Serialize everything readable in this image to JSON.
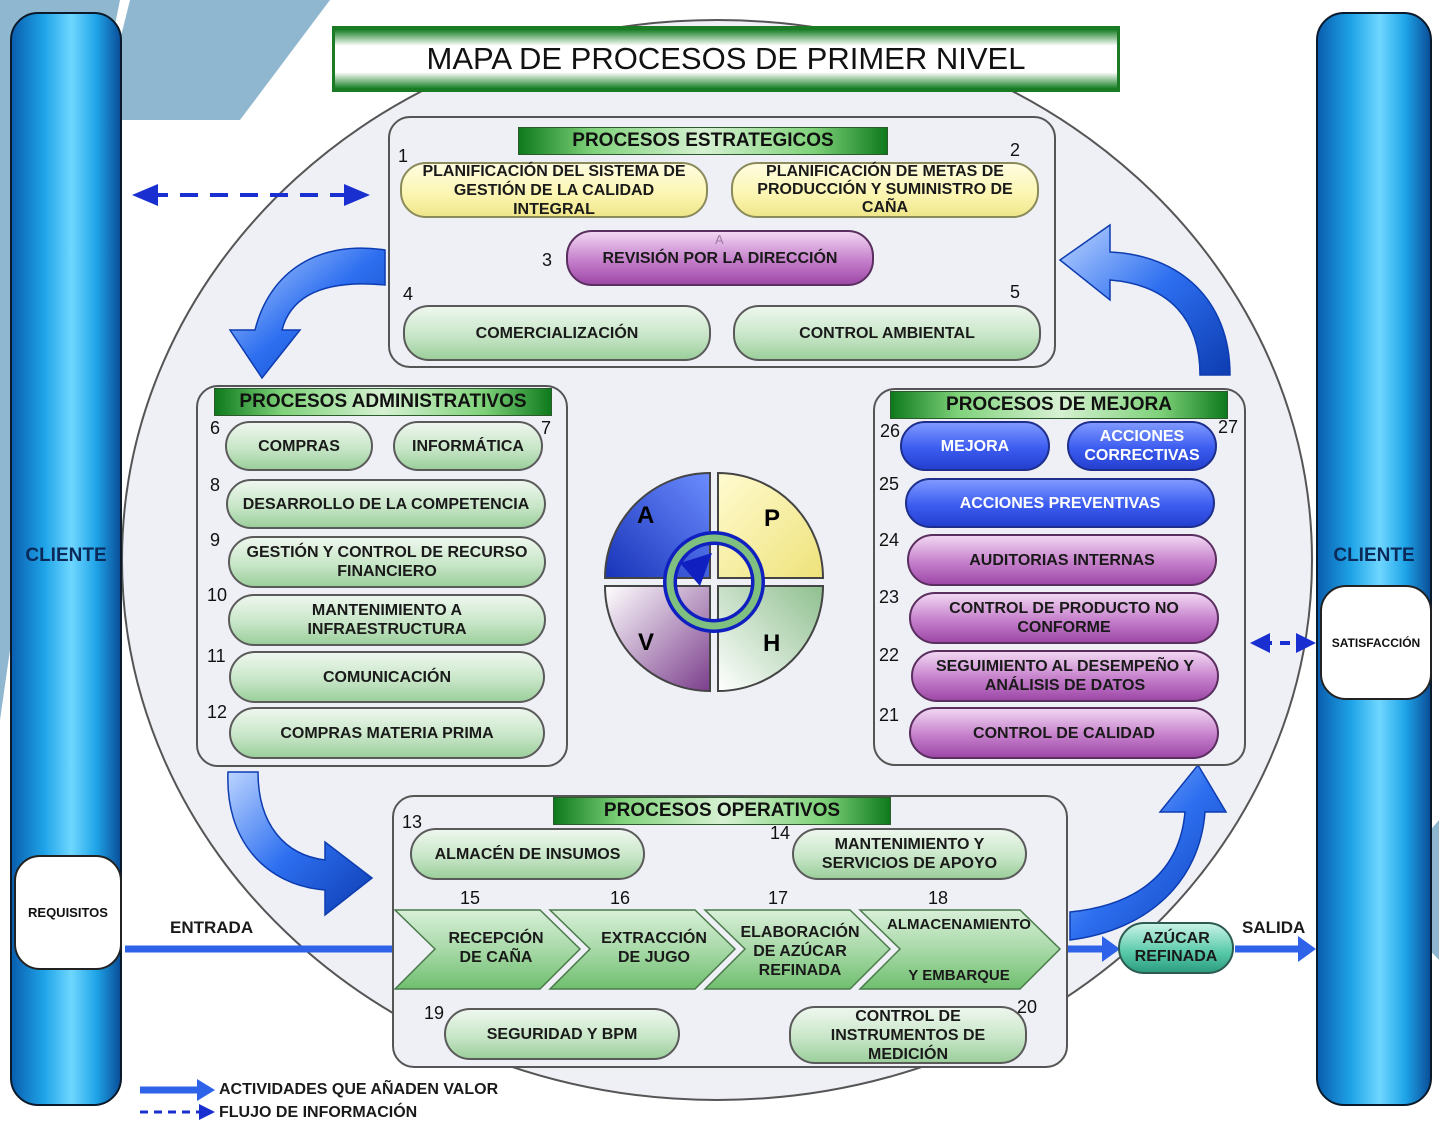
{
  "title": "MAPA DE PROCESOS DE PRIMER NIVEL",
  "left_column": {
    "label": "CLIENTE",
    "bubble": "REQUISITOS"
  },
  "right_column": {
    "label": "CLIENTE",
    "bubble": "SATISFACCIÓN"
  },
  "flow": {
    "entrada": "ENTRADA",
    "salida": "SALIDA",
    "output": "AZÚCAR REFINADA"
  },
  "strategic": {
    "header": "PROCESOS ESTRATEGICOS",
    "items": [
      {
        "num": "1",
        "label": "PLANIFICACIÓN DEL SISTEMA DE GESTIÓN DE LA CALIDAD INTEGRAL"
      },
      {
        "num": "2",
        "label": "PLANIFICACIÓN DE METAS DE PRODUCCIÓN Y SUMINISTRO DE CAÑA"
      },
      {
        "num": "3",
        "label": "REVISIÓN POR LA DIRECCIÓN",
        "mark": "A"
      },
      {
        "num": "4",
        "label": "COMERCIALIZACIÓN"
      },
      {
        "num": "5",
        "label": "CONTROL AMBIENTAL"
      }
    ]
  },
  "administrative": {
    "header": "PROCESOS ADMINISTRATIVOS",
    "items": [
      {
        "num": "6",
        "label": "COMPRAS"
      },
      {
        "num": "7",
        "label": "INFORMÁTICA"
      },
      {
        "num": "8",
        "label": "DESARROLLO DE LA COMPETENCIA"
      },
      {
        "num": "9",
        "label": "GESTIÓN Y CONTROL DE RECURSO FINANCIERO"
      },
      {
        "num": "10",
        "label": "MANTENIMIENTO A INFRAESTRUCTURA"
      },
      {
        "num": "11",
        "label": "COMUNICACIÓN"
      },
      {
        "num": "12",
        "label": "COMPRAS MATERIA PRIMA"
      }
    ]
  },
  "improvement": {
    "header": "PROCESOS DE MEJORA",
    "items": [
      {
        "num": "26",
        "label": "MEJORA"
      },
      {
        "num": "27",
        "label": "ACCIONES CORRECTIVAS"
      },
      {
        "num": "25",
        "label": "ACCIONES PREVENTIVAS"
      },
      {
        "num": "24",
        "label": "AUDITORIAS INTERNAS"
      },
      {
        "num": "23",
        "label": "CONTROL DE PRODUCTO NO CONFORME"
      },
      {
        "num": "22",
        "label": "SEGUIMIENTO AL DESEMPEÑO Y ANÁLISIS DE DATOS"
      },
      {
        "num": "21",
        "label": "CONTROL DE CALIDAD"
      }
    ]
  },
  "operative": {
    "header": "PROCESOS OPERATIVOS",
    "items": [
      {
        "num": "13",
        "label": "ALMACÉN DE INSUMOS"
      },
      {
        "num": "14",
        "label": "MANTENIMIENTO Y SERVICIOS DE APOYO"
      },
      {
        "num": "15",
        "label": "RECEPCIÓN DE CAÑA"
      },
      {
        "num": "16",
        "label": "EXTRACCIÓN DE JUGO"
      },
      {
        "num": "17",
        "label": "ELABORACIÓN DE AZÚCAR REFINADA"
      },
      {
        "num": "18",
        "label_top": "ALMACENAMIENTO",
        "label_bottom": "Y EMBARQUE"
      },
      {
        "num": "19",
        "label": "SEGURIDAD Y BPM"
      },
      {
        "num": "20",
        "label": "CONTROL DE INSTRUMENTOS DE MEDICIÓN"
      }
    ]
  },
  "phva": {
    "a": "A",
    "p": "P",
    "v": "V",
    "h": "H"
  },
  "legend": {
    "value": "ACTIVIDADES QUE AÑADEN VALOR",
    "info": "FLUJO DE INFORMACIÓN"
  },
  "colors": {
    "column_blue": "#1fa4e8",
    "header_green": "#0e7a1c",
    "arrow_blue": "#1e6fe0",
    "circle_fill": "#eef0f6"
  }
}
